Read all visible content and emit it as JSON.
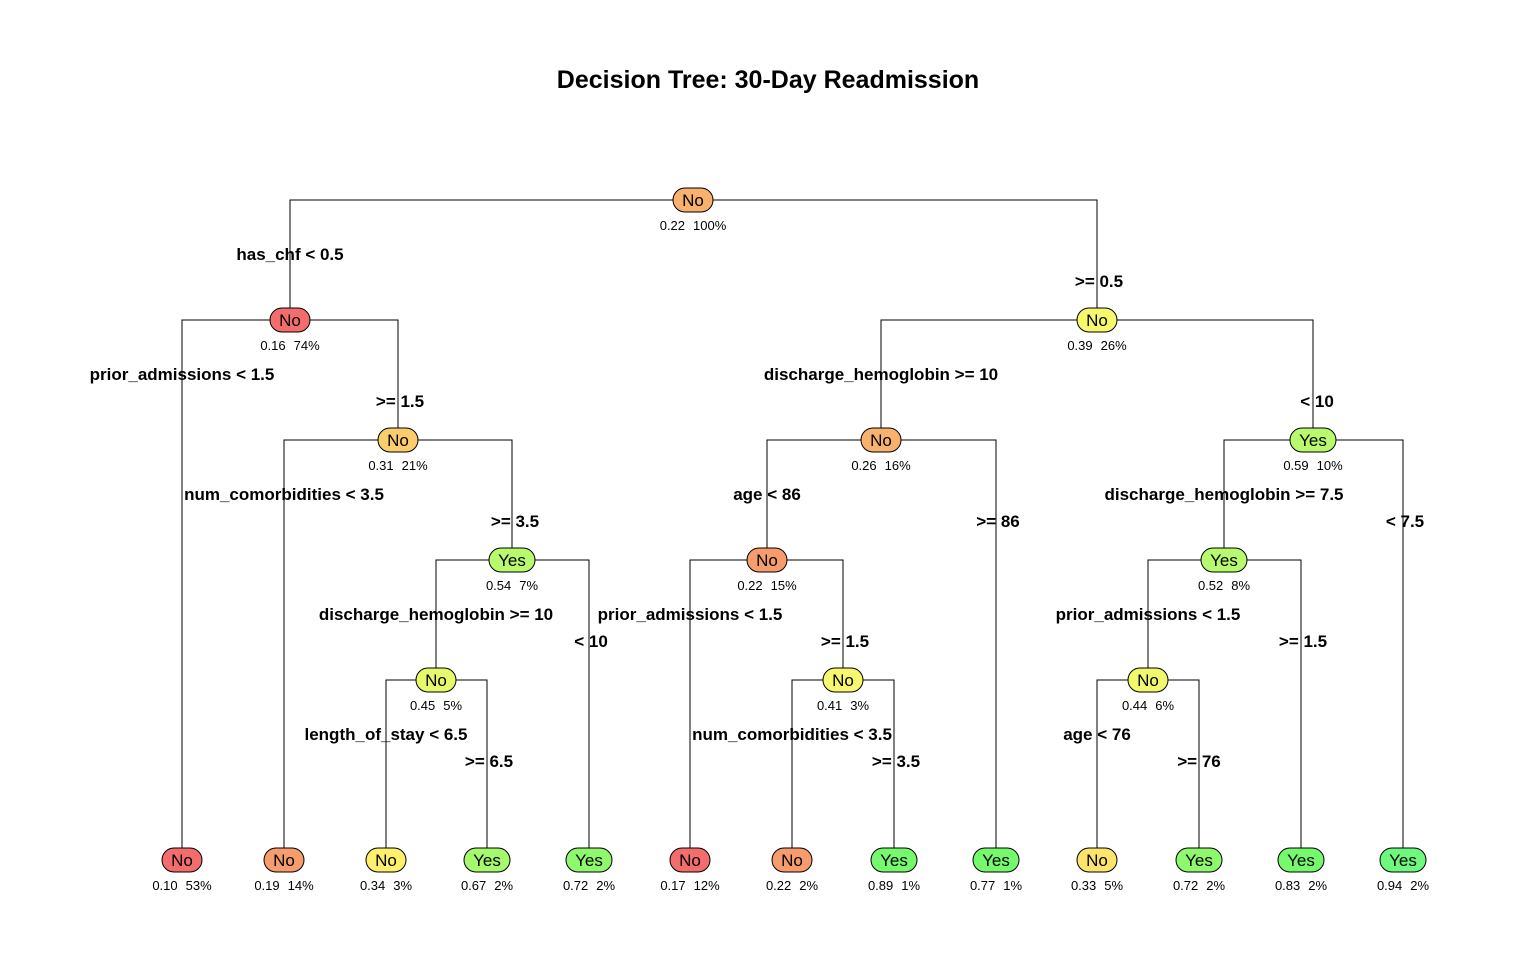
{
  "title": "Decision Tree: 30-Day Readmission",
  "colors": {
    "red": "#f46d6d",
    "salmon": "#f79d6d",
    "orange": "#f9b26d",
    "light_orange": "#fbcd6d",
    "yellow": "#fde46d",
    "light_yellow": "#f6f96d",
    "yellow_green": "#cdf96d",
    "light_green": "#b8f96d",
    "green": "#8ff96d",
    "bright_green": "#75f96d",
    "mint_green": "#6df97d"
  },
  "nodes": [
    {
      "id": "n1",
      "class": "No",
      "prob": "0.22",
      "pct": "100%",
      "color": "#f9b26d"
    },
    {
      "id": "n2",
      "class": "No",
      "prob": "0.16",
      "pct": "74%",
      "color": "#f46d6d"
    },
    {
      "id": "n3",
      "class": "No",
      "prob": "0.39",
      "pct": "26%",
      "color": "#f6f96d"
    },
    {
      "id": "n5",
      "class": "No",
      "prob": "0.31",
      "pct": "21%",
      "color": "#fbcd6d"
    },
    {
      "id": "n6",
      "class": "No",
      "prob": "0.26",
      "pct": "16%",
      "color": "#f9b26d"
    },
    {
      "id": "n7",
      "class": "Yes",
      "prob": "0.59",
      "pct": "10%",
      "color": "#b8f96d"
    },
    {
      "id": "n11",
      "class": "Yes",
      "prob": "0.54",
      "pct": "7%",
      "color": "#b8f96d"
    },
    {
      "id": "n12",
      "class": "No",
      "prob": "0.22",
      "pct": "15%",
      "color": "#f79d6d"
    },
    {
      "id": "n14",
      "class": "Yes",
      "prob": "0.52",
      "pct": "8%",
      "color": "#b8f96d"
    },
    {
      "id": "n22",
      "class": "No",
      "prob": "0.45",
      "pct": "5%",
      "color": "#e6f96d"
    },
    {
      "id": "n25",
      "class": "No",
      "prob": "0.41",
      "pct": "3%",
      "color": "#f6f96d"
    },
    {
      "id": "n28",
      "class": "No",
      "prob": "0.44",
      "pct": "6%",
      "color": "#f0f96d"
    },
    {
      "id": "l1",
      "class": "No",
      "prob": "0.10",
      "pct": "53%",
      "color": "#f46d6d"
    },
    {
      "id": "l2",
      "class": "No",
      "prob": "0.19",
      "pct": "14%",
      "color": "#f79d6d"
    },
    {
      "id": "l3",
      "class": "No",
      "prob": "0.34",
      "pct": "3%",
      "color": "#fdf06d"
    },
    {
      "id": "l4",
      "class": "Yes",
      "prob": "0.67",
      "pct": "2%",
      "color": "#a4f96d"
    },
    {
      "id": "l5",
      "class": "Yes",
      "prob": "0.72",
      "pct": "2%",
      "color": "#8ff96d"
    },
    {
      "id": "l6",
      "class": "No",
      "prob": "0.17",
      "pct": "12%",
      "color": "#f46d6d"
    },
    {
      "id": "l7",
      "class": "No",
      "prob": "0.22",
      "pct": "2%",
      "color": "#f79d6d"
    },
    {
      "id": "l8",
      "class": "Yes",
      "prob": "0.89",
      "pct": "1%",
      "color": "#75f96d"
    },
    {
      "id": "l9",
      "class": "Yes",
      "prob": "0.77",
      "pct": "1%",
      "color": "#75f96d"
    },
    {
      "id": "l10",
      "class": "No",
      "prob": "0.33",
      "pct": "5%",
      "color": "#fde46d"
    },
    {
      "id": "l11",
      "class": "Yes",
      "prob": "0.72",
      "pct": "2%",
      "color": "#8ff96d"
    },
    {
      "id": "l12",
      "class": "Yes",
      "prob": "0.83",
      "pct": "2%",
      "color": "#75f96d"
    },
    {
      "id": "l13",
      "class": "Yes",
      "prob": "0.94",
      "pct": "2%",
      "color": "#6df97d"
    }
  ],
  "splits": [
    {
      "id": "s1L",
      "text": "has_chf < 0.5"
    },
    {
      "id": "s1R",
      "text": ">= 0.5"
    },
    {
      "id": "s2L",
      "text": "prior_admissions < 1.5"
    },
    {
      "id": "s2R",
      "text": ">= 1.5"
    },
    {
      "id": "s3L",
      "text": "discharge_hemoglobin >= 10"
    },
    {
      "id": "s3R",
      "text": "< 10"
    },
    {
      "id": "s5L",
      "text": "num_comorbidities < 3.5"
    },
    {
      "id": "s5R",
      "text": ">= 3.5"
    },
    {
      "id": "s6L",
      "text": "age < 86"
    },
    {
      "id": "s6R",
      "text": ">= 86"
    },
    {
      "id": "s7L",
      "text": "discharge_hemoglobin >= 7.5"
    },
    {
      "id": "s7R",
      "text": "< 7.5"
    },
    {
      "id": "s11L",
      "text": "discharge_hemoglobin >= 10"
    },
    {
      "id": "s11R",
      "text": "< 10"
    },
    {
      "id": "s12L",
      "text": "prior_admissions < 1.5"
    },
    {
      "id": "s12R",
      "text": ">= 1.5"
    },
    {
      "id": "s14L",
      "text": "prior_admissions < 1.5"
    },
    {
      "id": "s14R",
      "text": ">= 1.5"
    },
    {
      "id": "s22L",
      "text": "length_of_stay < 6.5"
    },
    {
      "id": "s22R",
      "text": ">= 6.5"
    },
    {
      "id": "s25L",
      "text": "num_comorbidities < 3.5"
    },
    {
      "id": "s25R",
      "text": ">= 3.5"
    },
    {
      "id": "s28L",
      "text": "age < 76"
    },
    {
      "id": "s28R",
      "text": ">= 76"
    }
  ]
}
